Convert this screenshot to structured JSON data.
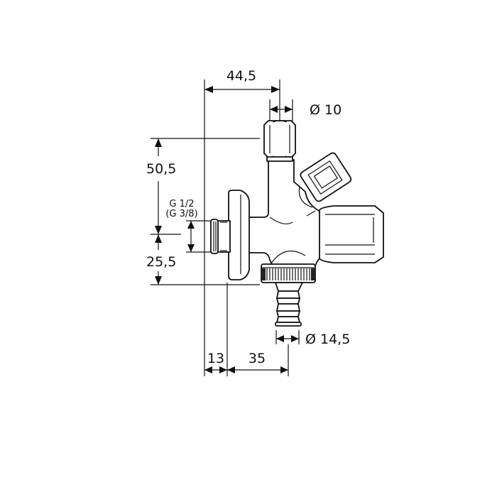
{
  "drawing": {
    "title": "Angle valve with dual outlet and hose connector — dimensioned drawing",
    "colors": {
      "line": "#111111",
      "background": "#ffffff"
    },
    "dimensions": {
      "top_width": "44,5",
      "top_outlet_diameter": "Ø 10",
      "upper_height": "50,5",
      "lower_height": "25,5",
      "thread_primary": "G 1/2",
      "thread_secondary": "(G 3/8)",
      "wall_offset": "13",
      "hose_offset": "35",
      "hose_diameter": "Ø 14,5"
    },
    "components": [
      {
        "name": "inlet-thread",
        "label": ""
      },
      {
        "name": "wall-rosette",
        "label": ""
      },
      {
        "name": "valve-body",
        "label": ""
      },
      {
        "name": "top-compression-nut",
        "label": ""
      },
      {
        "name": "angled-cap",
        "label": ""
      },
      {
        "name": "side-handle",
        "label": ""
      },
      {
        "name": "knurled-nut",
        "label": ""
      },
      {
        "name": "hose-barb",
        "label": ""
      }
    ]
  }
}
